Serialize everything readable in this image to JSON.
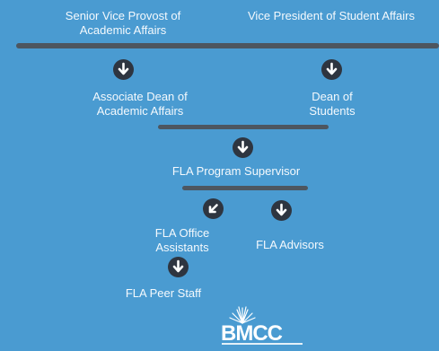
{
  "nodes": {
    "svp_line1": "Senior Vice Provost of",
    "svp_line2": "Academic Affairs",
    "vp_line1": "Vice President of Student Affairs",
    "assoc_dean_line1": "Associate Dean of",
    "assoc_dean_line2": "Academic Affairs",
    "dean_line1": "Dean of",
    "dean_line2": "Students",
    "supervisor": "FLA Program Supervisor",
    "office_line1": "FLA Office",
    "office_line2": "Assistants",
    "advisors": "FLA Advisors",
    "peer_staff": "FLA Peer Staff"
  },
  "logo": {
    "text": "BMCC",
    "icon": "bmcc-logo"
  },
  "icons": [
    "arrow-down-icon",
    "arrow-down-left-icon"
  ],
  "colors": {
    "background": "#4a9bd1",
    "bar": "#4d5660",
    "circle": "#2e3540",
    "text": "#ffffff"
  }
}
